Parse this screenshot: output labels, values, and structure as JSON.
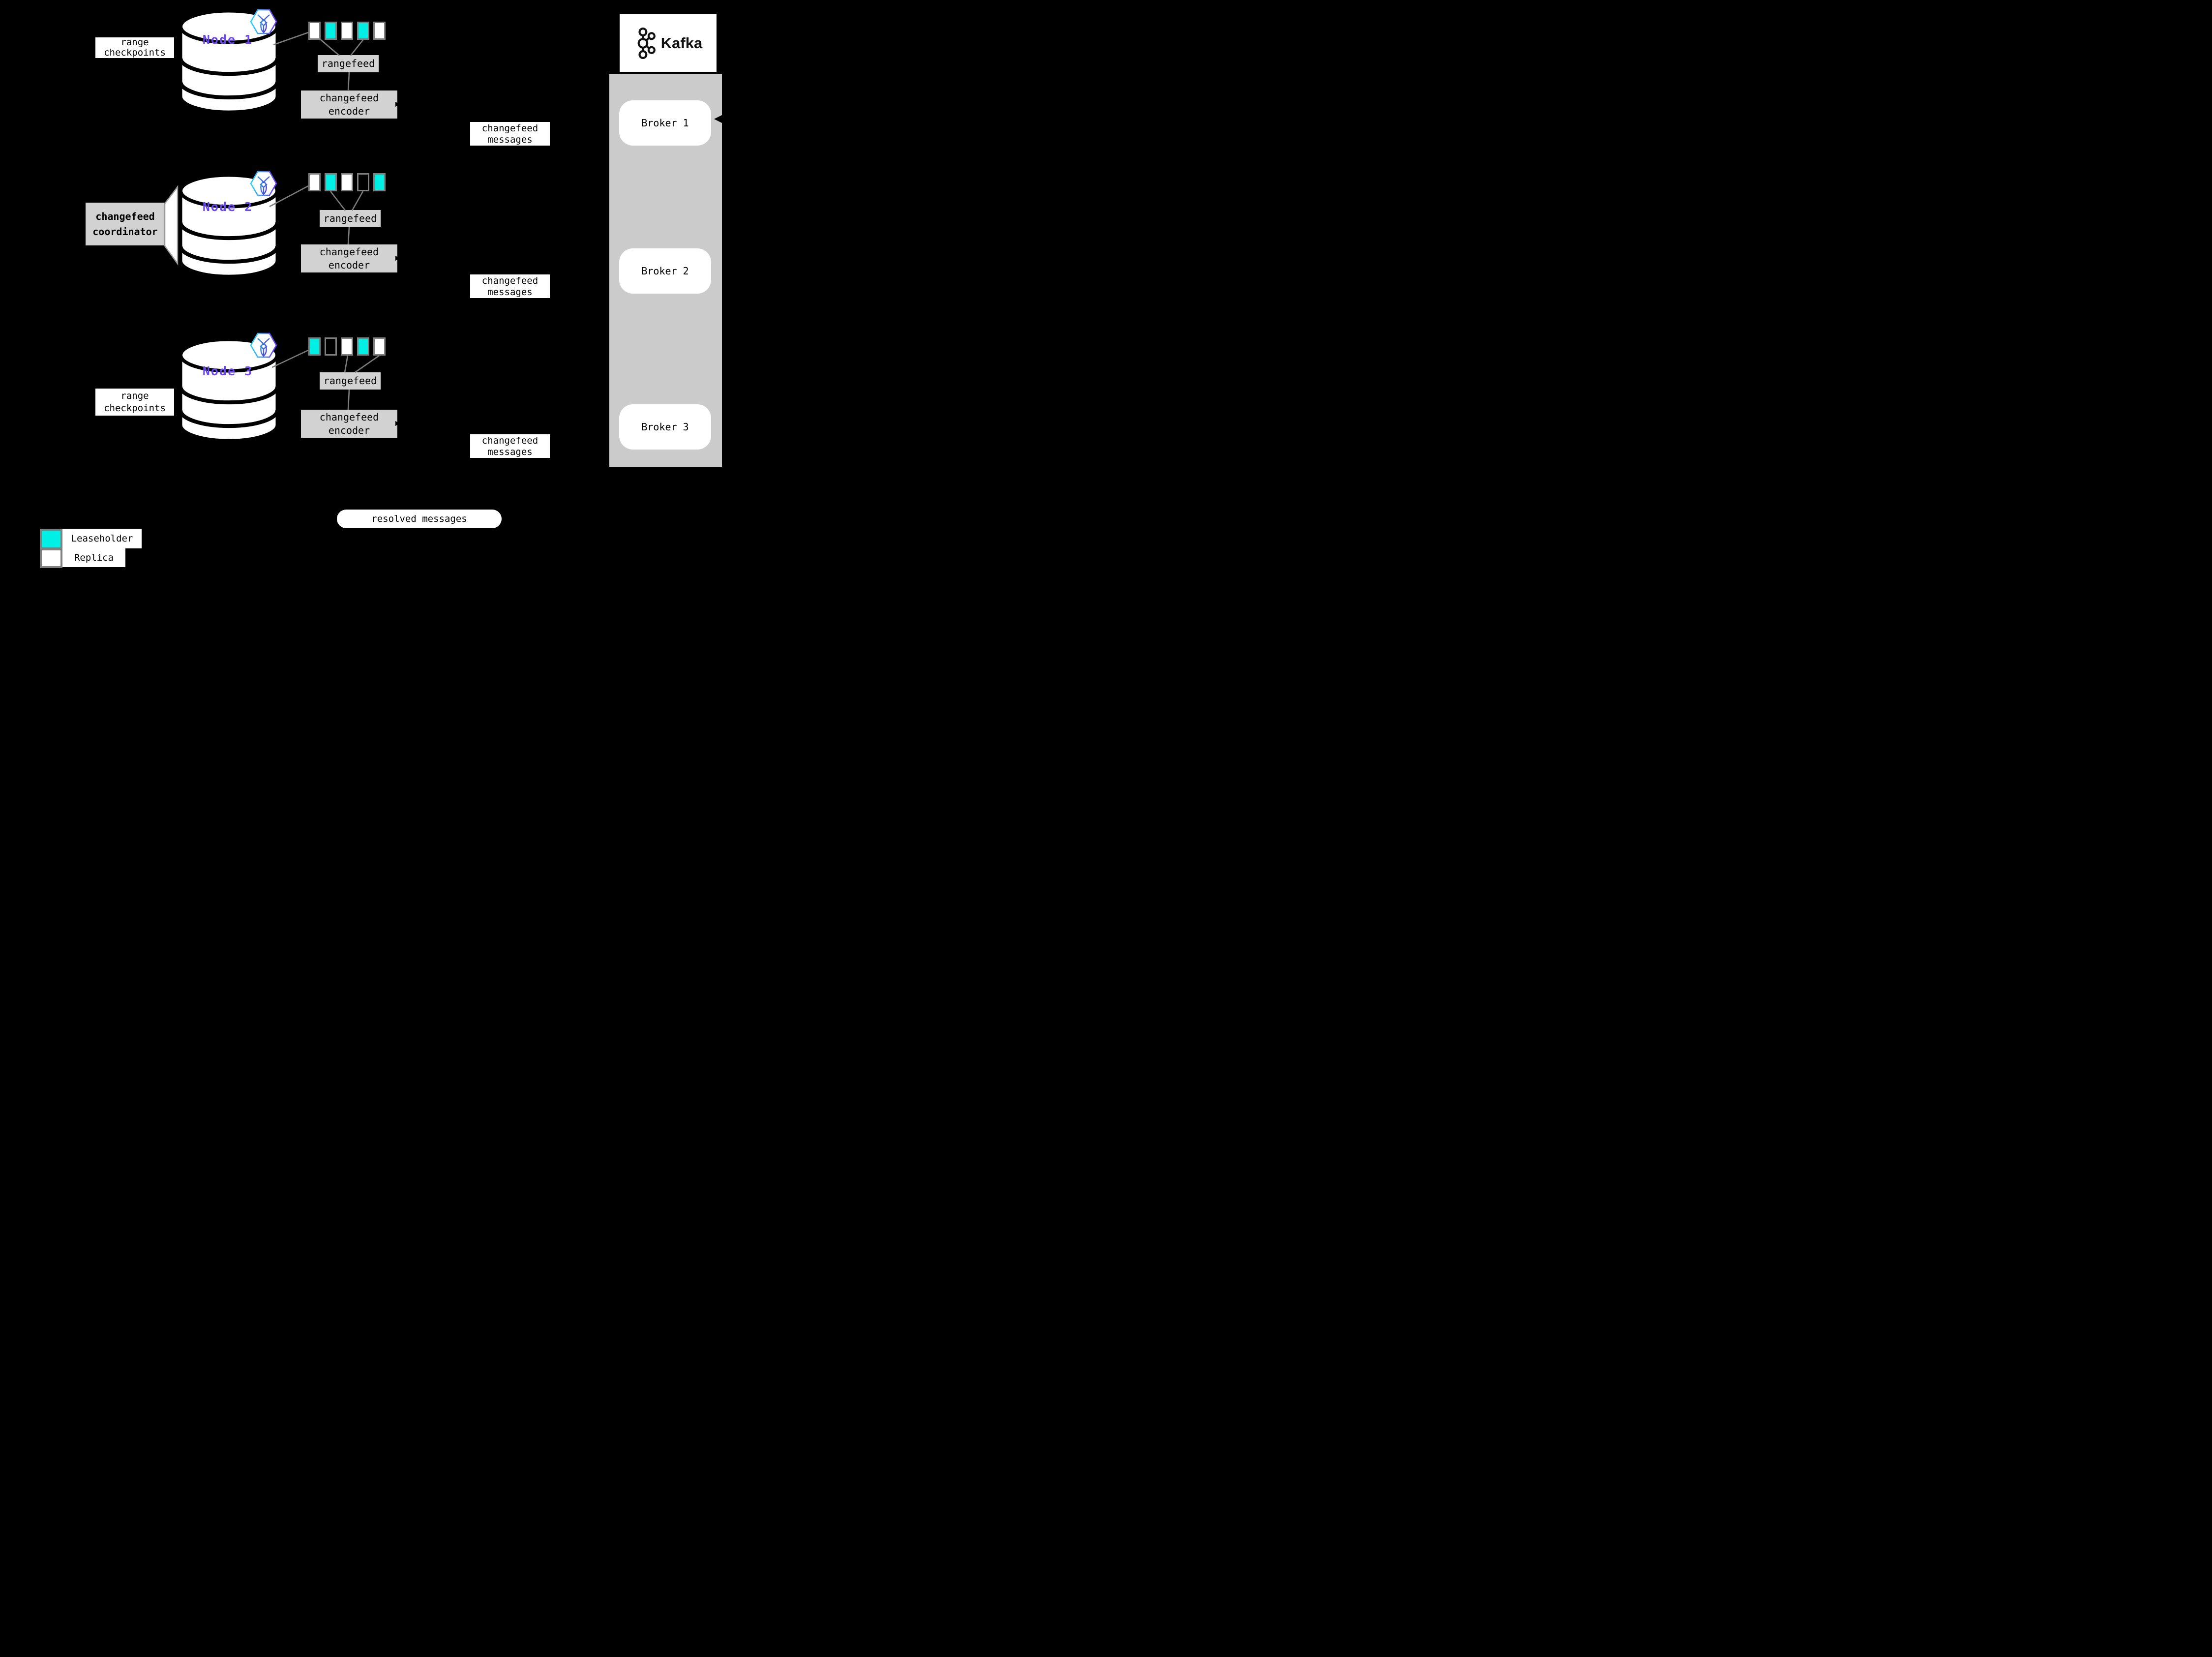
{
  "nodes": [
    {
      "name": "Node 1",
      "annotation": "range checkpoints",
      "ranges": [
        "replica",
        "leaseholder",
        "replica",
        "leaseholder",
        "replica"
      ],
      "rangefeed_label": "rangefeed",
      "encoder_label": "changefeed encoder",
      "messages_label": "changefeed messages"
    },
    {
      "name": "Node 2",
      "annotation": "changefeed coordinator",
      "ranges": [
        "replica",
        "leaseholder",
        "replica",
        "empty",
        "leaseholder"
      ],
      "rangefeed_label": "rangefeed",
      "encoder_label": "changefeed encoder",
      "messages_label": "changefeed messages"
    },
    {
      "name": "Node 3",
      "annotation": "range checkpoints",
      "ranges": [
        "leaseholder",
        "empty",
        "replica",
        "leaseholder",
        "replica"
      ],
      "rangefeed_label": "rangefeed",
      "encoder_label": "changefeed encoder",
      "messages_label": "changefeed messages"
    }
  ],
  "kafka": {
    "logo_text": "Kafka",
    "brokers": [
      {
        "label": "Broker 1"
      },
      {
        "label": "Broker 2"
      },
      {
        "label": "Broker 3"
      }
    ]
  },
  "resolved_messages_label": "resolved messages",
  "legend": {
    "items": [
      {
        "label": "Leaseholder",
        "kind": "leaseholder"
      },
      {
        "label": "Replica",
        "kind": "replica"
      }
    ]
  },
  "colors": {
    "leaseholder_cyan": "#00F0E6",
    "replica_white": "#FFFFFF",
    "node_label_purple": "#6B46EE",
    "kafka_panel_gray": "#CBCBCB",
    "label_box_gray": "#D2D2D2",
    "border_gray": "#7F7F7F",
    "background": "#000000"
  }
}
